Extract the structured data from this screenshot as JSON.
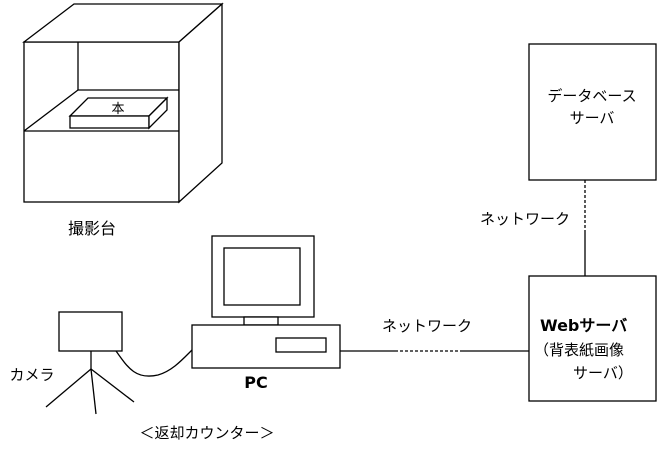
{
  "stand": {
    "book_label": "本",
    "caption": "撮影台"
  },
  "db_server": {
    "line1": "データベース",
    "line2": "サーバ"
  },
  "network_upper": "ネットワーク",
  "network_lower": "ネットワーク",
  "web_server": {
    "title": "Webサーバ",
    "line2": "（背表紙画像",
    "line3": "サーバ）"
  },
  "pc_label": "PC",
  "camera_label": "カメラ",
  "counter_label": "＜返却カウンター＞"
}
